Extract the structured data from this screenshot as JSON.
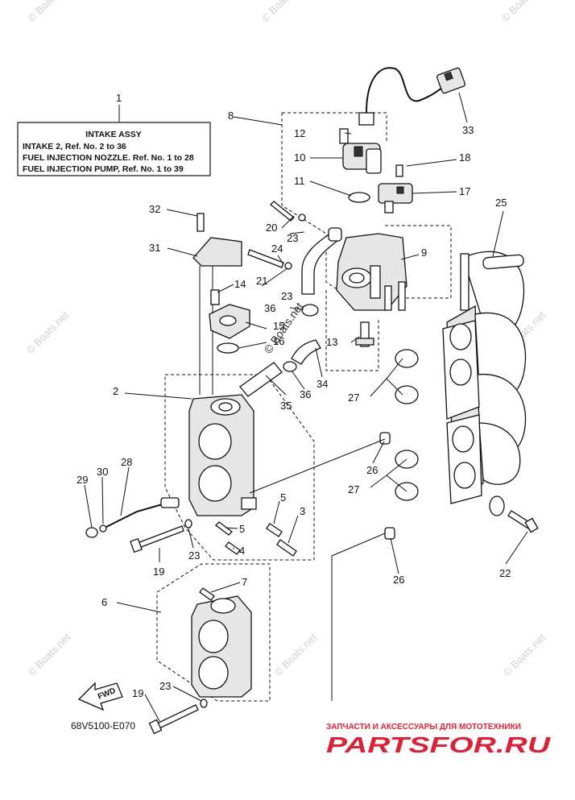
{
  "legend": {
    "number": "1",
    "title": "INTAKE ASSY",
    "lines": [
      "INTAKE 2, Ref. No. 2 to 36",
      "FUEL INJECTION NOZZLE. Ref. No. 1 to 28",
      "FUEL INJECTION PUMP, Ref. No. 1 to 39"
    ]
  },
  "callouts": {
    "c2": "2",
    "c3": "3",
    "c4": "4",
    "c5a": "5",
    "c5b": "5",
    "c6": "6",
    "c7": "7",
    "c8": "8",
    "c9": "9",
    "c10": "10",
    "c11": "11",
    "c12": "12",
    "c13": "13",
    "c14": "14",
    "c15": "15",
    "c16": "16",
    "c17": "17",
    "c18": "18",
    "c19a": "19",
    "c19b": "19",
    "c20": "20",
    "c21": "21",
    "c22": "22",
    "c23a": "23",
    "c23b": "23",
    "c23c": "23",
    "c23d": "23",
    "c24": "24",
    "c25": "25",
    "c26a": "26",
    "c26b": "26",
    "c27a": "27",
    "c27b": "27",
    "c28": "28",
    "c29": "29",
    "c30": "30",
    "c31": "31",
    "c32": "32",
    "c33": "33",
    "c34": "34",
    "c35": "35",
    "c36a": "36",
    "c36b": "36"
  },
  "fwd_label": "FWD",
  "diagram_code": "68V5100-E070",
  "watermark": "© Boats.net",
  "brand": {
    "tagline": "ЗАПЧАСТИ И АКСЕССУАРЫ ДЛЯ МОТОТЕХНИКИ",
    "logo": "PARTSFOR.RU",
    "color": "#d9233a"
  }
}
